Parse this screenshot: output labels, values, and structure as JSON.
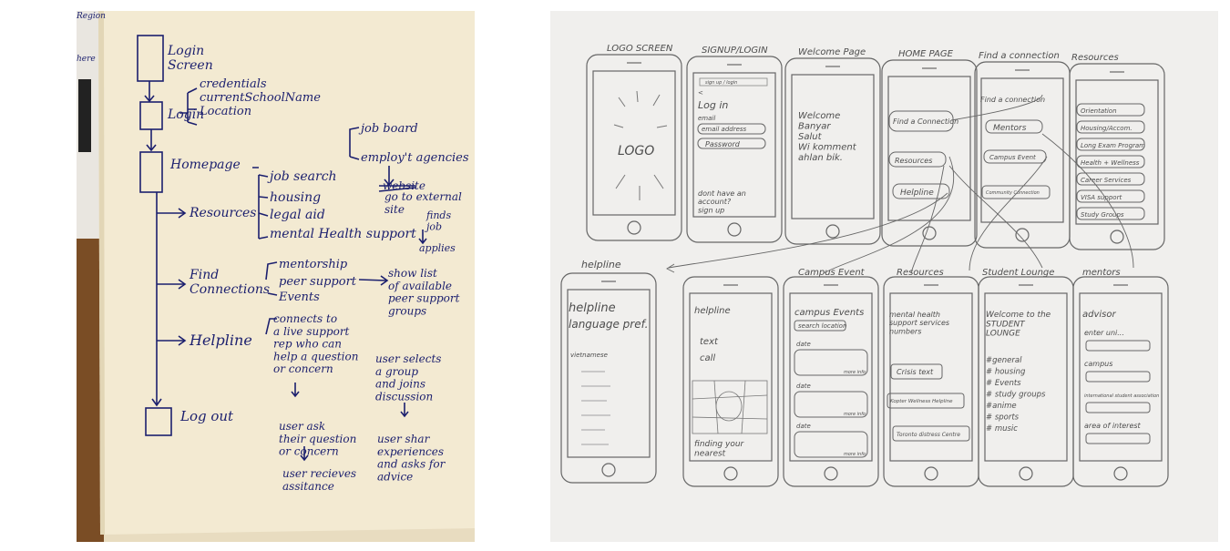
{
  "flowchart": {
    "top_labels": [
      "Region",
      "here"
    ],
    "login_screen": "Login\nScreen",
    "login": "Login",
    "login_details": [
      "credentials",
      "currentSchoolName",
      "Location"
    ],
    "homepage": "Homepage",
    "resources": "Resources",
    "resource_items": [
      "job search",
      "housing",
      "legal aid",
      "mental Health support"
    ],
    "job_board": "job board",
    "employment_agencies": "employ't agencies",
    "website_struck": "website",
    "go_external": "go to external\nsite",
    "finds_job": "finds\njob",
    "applies": "applies",
    "find_connections": "Find\nConnections",
    "connection_items": [
      "mentorship",
      "peer support",
      "Events"
    ],
    "show_list": "show list\nof available\npeer support\ngroups",
    "user_selects": "user selects\na group\nand joins\ndiscussion",
    "user_shares": "user shar\nexperiences\nand asks for\nadvice",
    "helpline": "Helpline",
    "helpline_desc": "connects to\na live support\nrep who can\nhelp a question\nor concern",
    "user_asks": "user ask\ntheir question\nor concern",
    "user_receives": "user recieves\nassitance",
    "logout": "Log out"
  },
  "wireframes": {
    "titles_row1": [
      "LOGO SCREEN",
      "SIGNUP/LOGIN",
      "Welcome Page",
      "HOME PAGE",
      "Find a connection",
      "Resources"
    ],
    "titles_row2": [
      "helpline",
      "Campus Event",
      "Resources",
      "Student Lounge",
      "mentors"
    ],
    "logo": "LOGO",
    "signin": {
      "topbar": "sign up / login",
      "heading": "Log in",
      "email_label": "email",
      "email_placeholder": "email address",
      "password": "Password",
      "footer": "dont have an\naccount?\nsign up"
    },
    "welcome": "Welcome\nBanyar\nSalut\nWi komment\nahlan bik.",
    "home_buttons": [
      "Find a Connection",
      "Resources",
      "Helpline"
    ],
    "connection": {
      "heading": "Find a connection",
      "buttons": [
        "Mentors",
        "Campus Event",
        "Community Connection"
      ]
    },
    "resource_buttons": [
      "Orientation",
      "Housing/Accom.",
      "Long Exam Program",
      "Health + Wellness",
      "Career Services",
      "VISA support",
      "Study Groups"
    ],
    "helpline_lang": {
      "heading": "helpline",
      "sub": "language pref.",
      "item": "vietnamese"
    },
    "helpline_contact": {
      "heading": "helpline",
      "options": [
        "text",
        "call"
      ],
      "footer": "finding your\nnearest"
    },
    "campus_events": {
      "heading": "campus Events",
      "search": "search location",
      "date": "date",
      "more": "more info"
    },
    "mental_health": {
      "heading": "mental health\nsupport services\nnumbers",
      "buttons": [
        "Crisis text",
        "Kopter Wellness Helpline",
        "Toronto distress Centre"
      ]
    },
    "lounge": {
      "heading": "Welcome to the\nSTUDENT\nLOUNGE",
      "tags": [
        "#general",
        "# housing",
        "# Events",
        "# study groups",
        "#anime",
        "# sports",
        "# music"
      ]
    },
    "mentors": {
      "heading": "advisor",
      "fields": [
        "enter uni...",
        "campus",
        "international student association",
        "area of interest"
      ]
    }
  }
}
